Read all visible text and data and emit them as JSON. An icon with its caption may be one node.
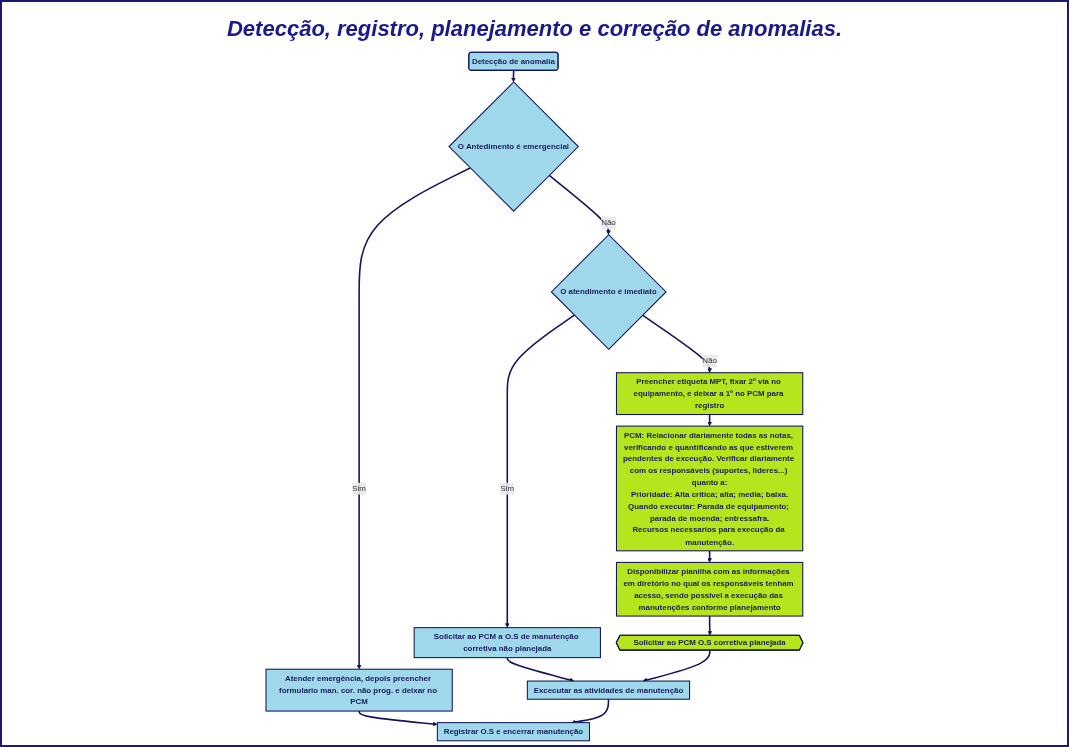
{
  "diagram": {
    "title": "Detecção, registro, planejamento e correção de anomalias.",
    "nodes": [
      {
        "text": [
          "Detecção de anomalia"
        ]
      },
      {
        "text": [
          "O Antedimento é emergencial"
        ]
      },
      {
        "text": [
          "Atender emergência, depois preencher formulario man. cor. não prog. e deixar no PCM"
        ]
      },
      {
        "text": [
          "Registrar O.S e encerrar manutenção"
        ]
      },
      {
        "text": [
          "Preencher etiqueta MPT, fixar 2º via no equipamento, e deixar a 1º no PCM para registro"
        ]
      },
      {
        "text": [
          "O atendimento é imediato"
        ]
      },
      {
        "text": [
          "Solicitar ao PCM a O.S de manutenção corretiva não planejada"
        ]
      },
      {
        "text": [
          "Excecutar as atividades de manutenção"
        ]
      },
      {
        "text": [
          "PCM: Relacionar diariamente todas as notas, verificando e quantificando as que estiverem pendentes de exceução. Verificar diariamente com os responsáveis (suportes, lideres...) quanto a:",
          "Prioridade: Alta critica; alta; media; baixa.",
          "Quando executar: Parada de equipamento; parada de moenda; entressafra.",
          "Recursos necessarios para execução da manutenção."
        ]
      },
      {
        "text": [
          "Disponibilizar planilha com as informações em diretório no qual os responsáveis tenham acesso, sendo possivel a execução das manutenções conforme planejamento"
        ]
      },
      {
        "text": [
          "Solicitar ao PCM O.S corretiva planejada"
        ]
      }
    ],
    "edges": [
      {
        "from": 0,
        "to": 1,
        "arrow": "to"
      },
      {
        "from": 1,
        "to": 2,
        "arrow": "to",
        "label": "Sim"
      },
      {
        "from": 2,
        "to": 3,
        "arrow": "to"
      },
      {
        "from": 1,
        "to": 5,
        "arrow": "to",
        "label": "Não"
      },
      {
        "from": 5,
        "to": 4,
        "arrow": "to",
        "label": "Não"
      },
      {
        "from": 5,
        "to": 6,
        "arrow": "to",
        "label": "Sim"
      },
      {
        "from": 6,
        "to": 7,
        "arrow": "to"
      },
      {
        "from": 7,
        "to": 3,
        "arrow": "to"
      },
      {
        "from": 4,
        "to": 8,
        "arrow": "to"
      },
      {
        "from": 8,
        "to": 9,
        "arrow": "to"
      },
      {
        "from": 9,
        "to": 10,
        "arrow": "to"
      },
      {
        "from": 10,
        "to": 7,
        "arrow": "to"
      }
    ]
  }
}
